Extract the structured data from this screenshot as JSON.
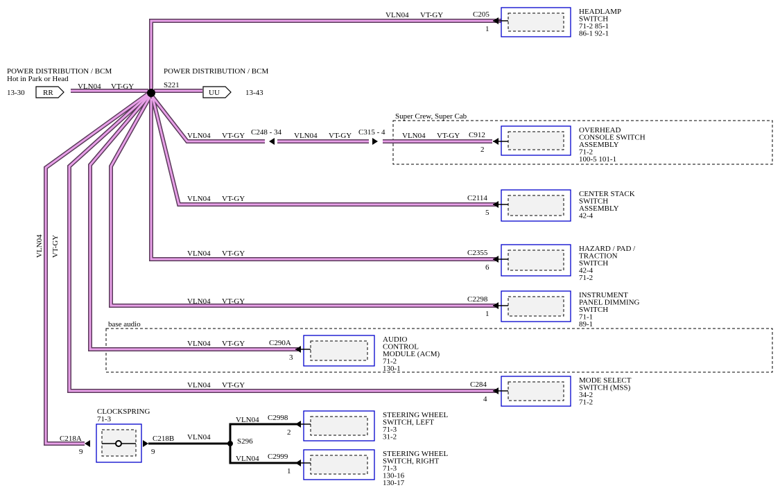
{
  "wire": {
    "circuit": "VLN04",
    "color": "VT-GY",
    "color_hex": "#e8a0e8"
  },
  "left_source": {
    "title": "POWER DISTRIBUTION / BCM",
    "subtitle": "Hot in Park or Head",
    "ref": "13-30",
    "connector": "RR"
  },
  "right_source": {
    "title": "POWER DISTRIBUTION / BCM",
    "ref": "13-43",
    "connector": "UU"
  },
  "splice_main": "S221",
  "splice_sw": "S296",
  "regions": {
    "super_crew": "Super Crew, Super Cab",
    "base_audio": "base audio"
  },
  "inline_connectors": {
    "c248": "C248 - 34",
    "c315": "C315 - 4"
  },
  "components": {
    "headlamp": {
      "connector": "C205",
      "pin": "1",
      "lines": [
        "HEADLAMP",
        "SWITCH",
        "71-2     85-1",
        "86-1     92-1"
      ]
    },
    "overhead": {
      "connector": "C912",
      "pin": "2",
      "lines": [
        "OVERHEAD",
        "CONSOLE SWITCH",
        "ASSEMBLY",
        "71-2",
        "100-5   101-1"
      ]
    },
    "center_stack": {
      "connector": "C2114",
      "pin": "5",
      "lines": [
        "CENTER STACK",
        "SWITCH",
        "ASSEMBLY",
        "42-4"
      ]
    },
    "hazard": {
      "connector": "C2355",
      "pin": "6",
      "lines": [
        "HAZARD / PAD /",
        "TRACTION",
        "SWITCH",
        "42-4",
        "71-2"
      ]
    },
    "dimming": {
      "connector": "C2298",
      "pin": "1",
      "lines": [
        "INSTRUMENT",
        "PANEL DIMMING",
        "SWITCH",
        "71-1",
        "89-1"
      ]
    },
    "acm": {
      "connector": "C290A",
      "pin": "3",
      "lines": [
        "AUDIO",
        "CONTROL",
        "MODULE (ACM)",
        "71-2",
        "130-1"
      ]
    },
    "mss": {
      "connector": "C284",
      "pin": "4",
      "lines": [
        "MODE SELECT",
        "SWITCH (MSS)",
        "34-2",
        "71-2"
      ]
    },
    "clockspring": {
      "title": "CLOCKSPRING",
      "ref": "71-3",
      "conn_in": "C218A",
      "pin_in": "9",
      "conn_out": "C218B",
      "pin_out": "9"
    },
    "sw_left": {
      "connector": "C2998",
      "pin": "2",
      "lines": [
        "STEERING WHEEL",
        "SWITCH, LEFT",
        "71-3",
        "31-2"
      ]
    },
    "sw_right": {
      "connector": "C2999",
      "pin": "1",
      "lines": [
        "STEERING WHEEL",
        "SWITCH, RIGHT",
        "71-3",
        "130-16",
        "130-17"
      ]
    }
  }
}
